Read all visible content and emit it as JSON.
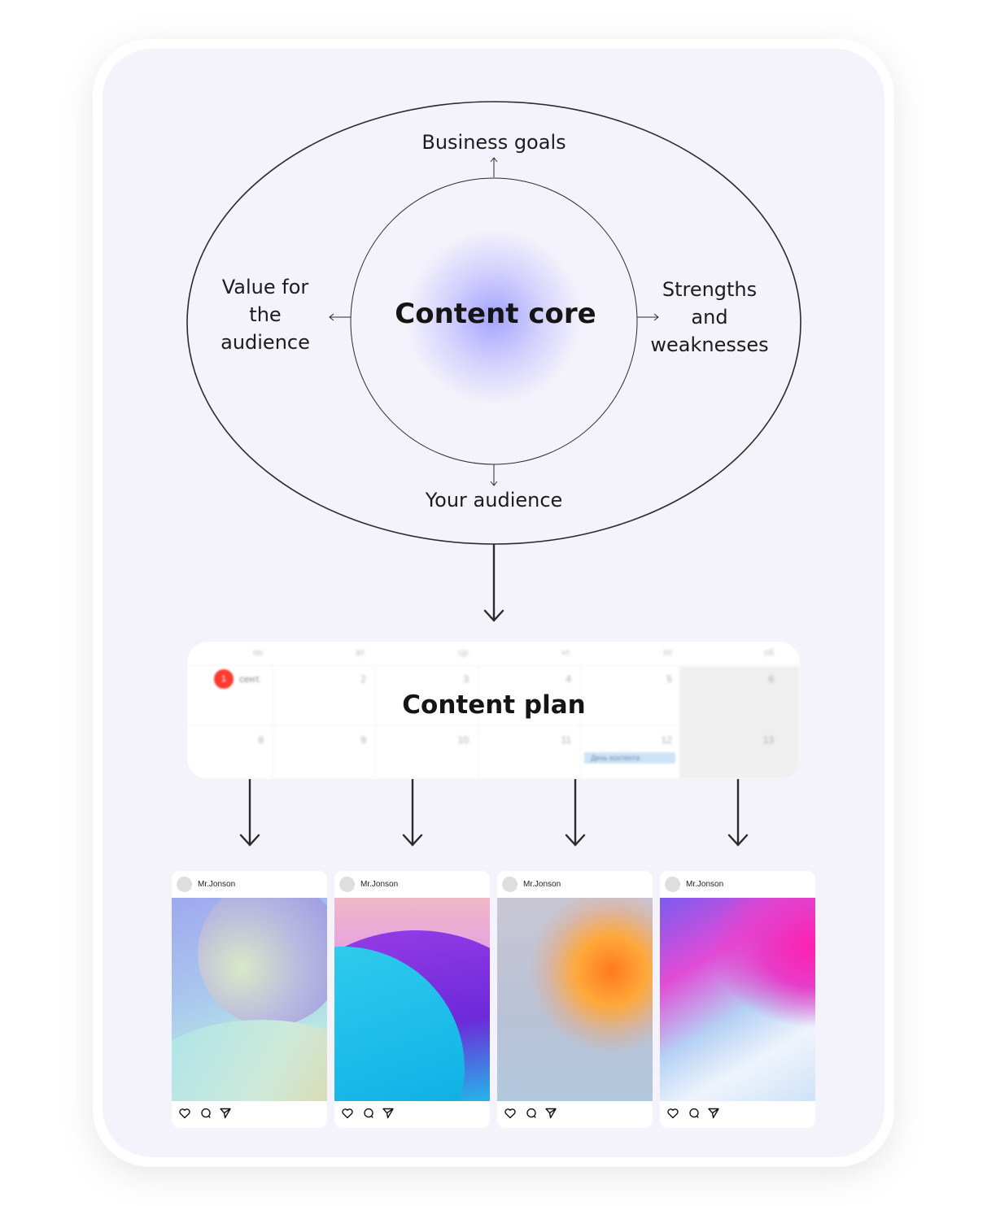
{
  "core": {
    "title": "Content core",
    "top": "Business goals",
    "left": "Value for\nthe\naudience",
    "right": "Strengths\nand\nweaknesses",
    "bottom": "Your audience"
  },
  "plan": {
    "title": "Content plan",
    "weekdays": [
      "пн",
      "вт",
      "ср",
      "чт",
      "пт",
      "сб"
    ],
    "week1": [
      "1",
      "2",
      "3",
      "4",
      "5",
      "6"
    ],
    "week2": [
      "8",
      "9",
      "10",
      "11",
      "12",
      "13"
    ],
    "badge": "1",
    "badge_text": "сент.",
    "event": "День контента"
  },
  "posts": [
    {
      "user": "Mr.Jonson",
      "image": "soft-sphere-gradient"
    },
    {
      "user": "Mr.Jonson",
      "image": "purple-blue-waves"
    },
    {
      "user": "Mr.Jonson",
      "image": "orange-glow"
    },
    {
      "user": "Mr.Jonson",
      "image": "pink-white-streaks"
    }
  ],
  "icons": [
    "heart-icon",
    "comment-icon",
    "send-icon"
  ],
  "colors": {
    "panel": "#f4f3fb",
    "line": "#2a2a2a",
    "glow": "#9c9cff"
  }
}
